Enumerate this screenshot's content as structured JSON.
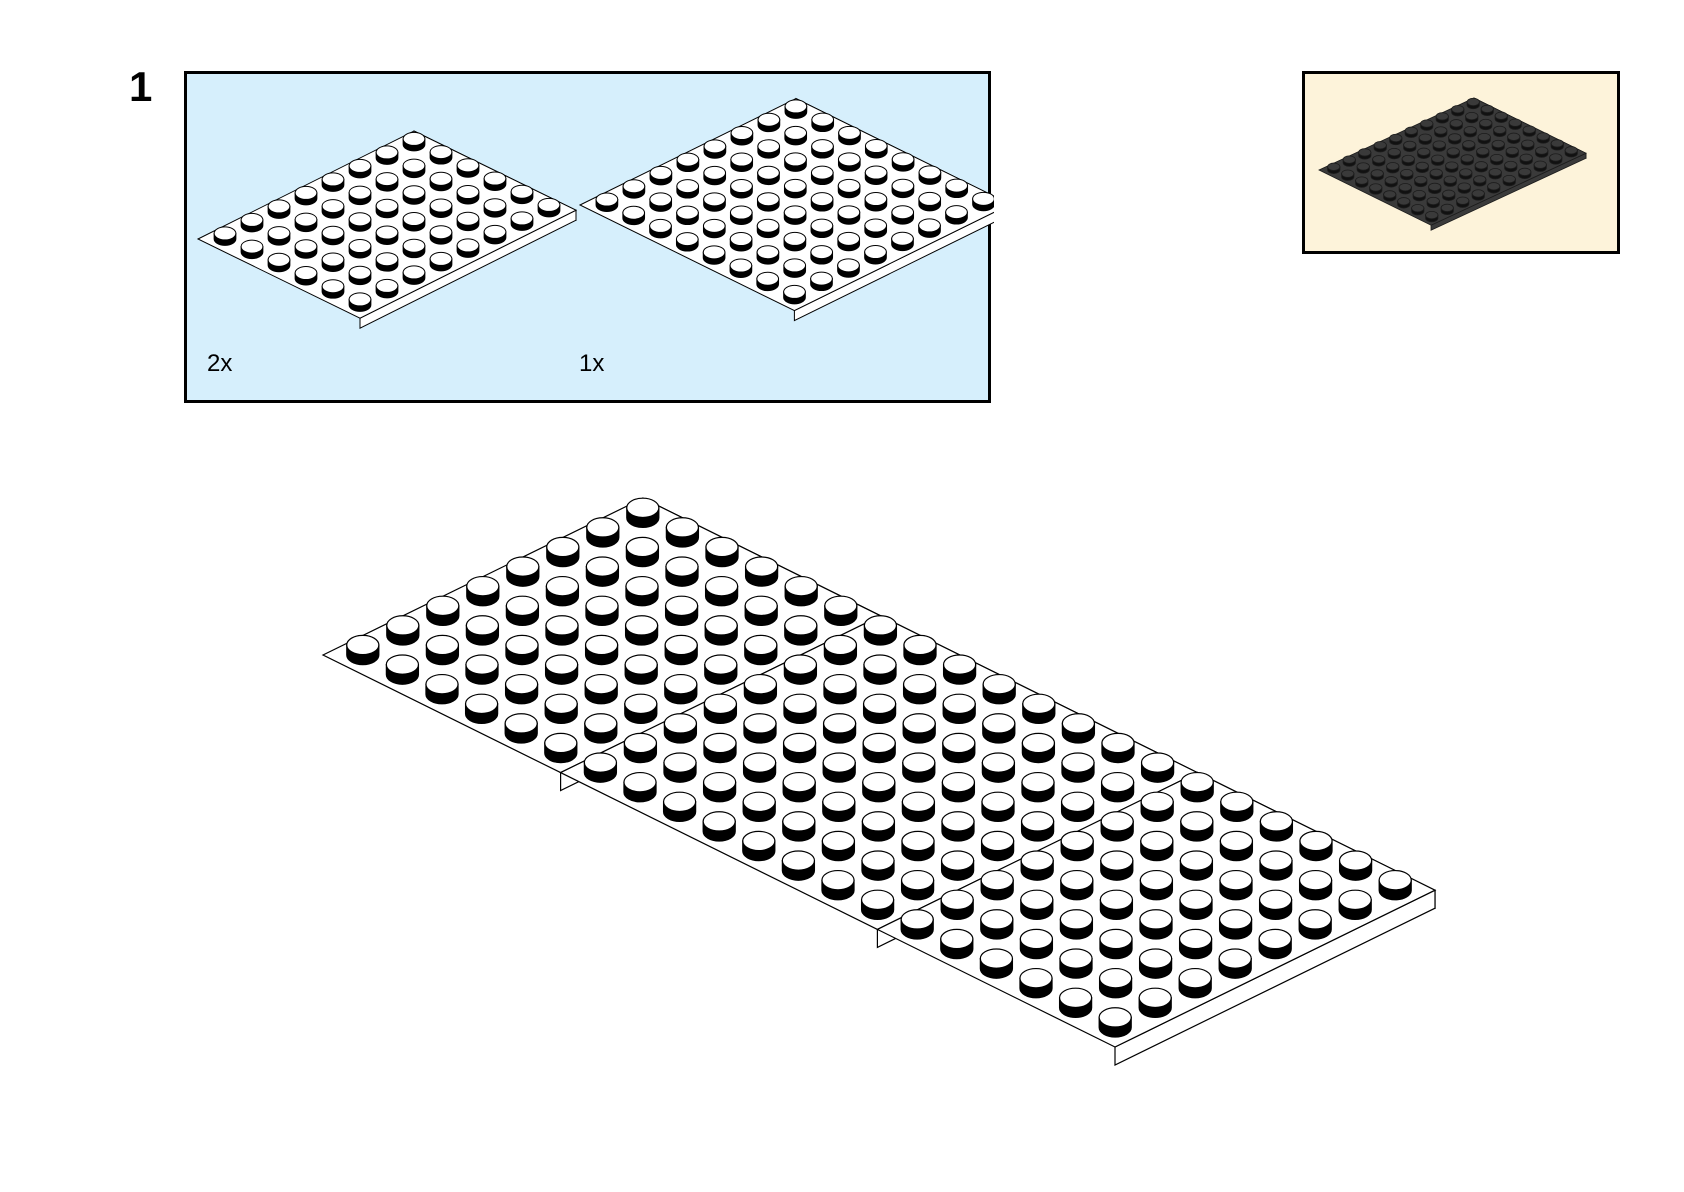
{
  "step": {
    "number": "1"
  },
  "parts_list": {
    "background": "#d6effc",
    "items": [
      {
        "name": "plate-6x8",
        "quantity": "2x",
        "color": "#ffffff"
      },
      {
        "name": "plate-8x8",
        "quantity": "1x",
        "color": "#ffffff"
      }
    ]
  },
  "preview": {
    "background": "#fdf3da",
    "model_color": "#3a3a3a"
  },
  "assembly": {
    "plate_color": "#ffffff",
    "outline_color": "#000000"
  }
}
